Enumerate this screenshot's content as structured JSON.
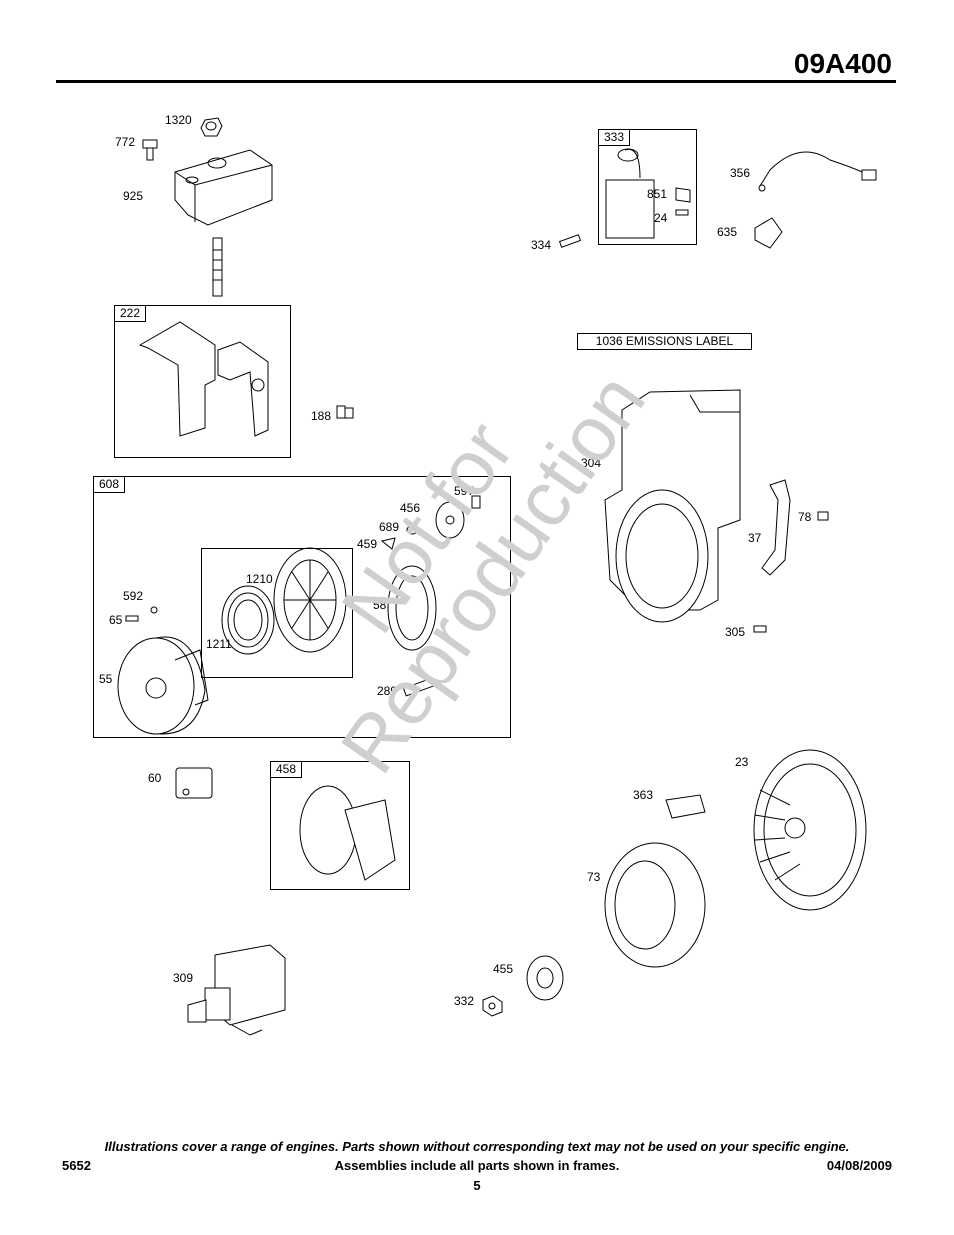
{
  "header": {
    "model": "09A400"
  },
  "watermark": [
    "Not for",
    "Reproduction"
  ],
  "emissions_label": "1036 EMISSIONS LABEL",
  "frames": {
    "f222": "222",
    "f608": "608",
    "f333": "333",
    "f458": "458"
  },
  "parts": {
    "p1320": "1320",
    "p772": "772",
    "p925": "925",
    "p188": "188",
    "p597": "597",
    "p456": "456",
    "p689": "689",
    "p459": "459",
    "p1210": "1210",
    "p58": "58",
    "p592": "592",
    "p65": "65",
    "p1211": "1211",
    "p55": "55",
    "p289": "289",
    "p60": "60",
    "p309": "309",
    "p851": "851",
    "p24": "24",
    "p334": "334",
    "p356": "356",
    "p635": "635",
    "p304": "304",
    "p78": "78",
    "p37": "37",
    "p305": "305",
    "p23": "23",
    "p363": "363",
    "p73": "73",
    "p455": "455",
    "p332": "332"
  },
  "footer": {
    "note": "Illustrations cover a range of engines. Parts shown without corresponding text may not be used on your specific engine.",
    "assemblies": "Assemblies include all parts shown in frames.",
    "doc_number": "5652",
    "date": "04/08/2009",
    "page": "5"
  }
}
